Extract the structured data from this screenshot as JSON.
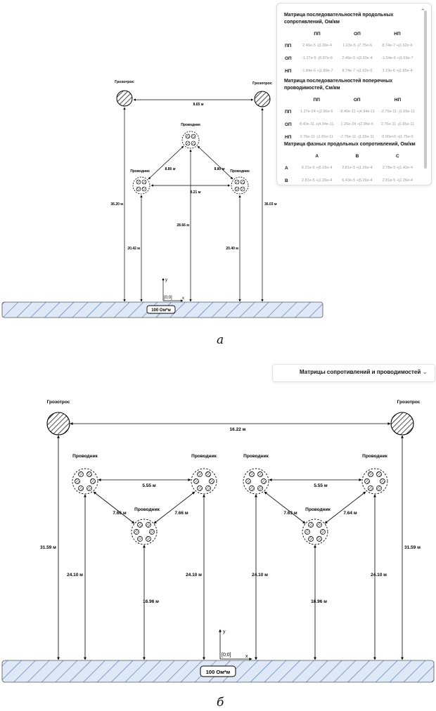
{
  "panel": {
    "sections": [
      {
        "title": "Матрица последовательностей продольных сопротивлений, Ом/км",
        "columns": [
          "ПП",
          "ОП",
          "НП"
        ],
        "rows": [
          {
            "label": "ПП",
            "values": [
              "2.46e-5 -j3.30e-4",
              "1.23e-5 -j7.75e-6",
              "8.74e-7 +j1.62e-6"
            ]
          },
          {
            "label": "ОП",
            "values": [
              "-1.27e-5 -j6.87e-6",
              "2.46e-5 +j3.30e-4",
              "-1.54e-6 +j1.69e-7"
            ]
          },
          {
            "label": "НП",
            "values": [
              "-1.84e-6 +j1.89e-7",
              "8.74e-7 +j1.62e-6",
              "3.19e-6 +j1.85e-4"
            ]
          }
        ]
      },
      {
        "title": "Матрица последовательностей поперечных проводимостей, См/км",
        "columns": [
          "ПП",
          "ОП",
          "НП"
        ],
        "rows": [
          {
            "label": "ПП",
            "values": [
              "1.27e-24 +j2.96e-6",
              "-8.40e-11 +j4.94e-11",
              "-2.76e-11 -j1.65e-11"
            ]
          },
          {
            "label": "ОП",
            "values": [
              "8.40e-11 +j4.94e-11",
              "1.26e-24 +j2.96e-6",
              "2.76e-11 -j1.65e-11"
            ]
          },
          {
            "label": "НП",
            "values": [
              "2.76e-11 -j1.65e-11",
              "-2.76e-11 -j1.65e-11",
              "0.00e+0 +j1.75e-6"
            ]
          }
        ]
      },
      {
        "title": "Матрица фазных продольных сопротивлений, Ом/км",
        "columns": [
          "A",
          "B",
          "C"
        ],
        "rows": [
          {
            "label": "A",
            "values": [
              "6.21e-5 +j5.18e-4",
              "2.81e-5 +j1.26e-4",
              "2.78e-5 +j1.42e-4"
            ]
          },
          {
            "label": "B",
            "values": [
              "2.81e-5 +j1.26e-4",
              "6.43e-5 +j5.26e-4",
              "2.81e-5 +j1.26e-4"
            ]
          }
        ]
      }
    ]
  },
  "dropdown": {
    "label": "Матрицы сопротивлений и проводимостей"
  },
  "diagram_a": {
    "caption": "а",
    "ground_resistivity": "100 Ом*м",
    "origin": "[0;0]",
    "axis_x": "x",
    "axis_y": "y",
    "labels": {
      "gw_left": "Грозотрос",
      "gw_right": "Грозотрос",
      "cond_top": "Проводник",
      "cond_left": "Проводник",
      "cond_right": "Проводник"
    },
    "dims": {
      "gw_span": "8.65 м",
      "diag_left": "8.80 м",
      "diag_right": "8.80 м",
      "horiz": "8.21 м",
      "h_gw_left": "36.20 м",
      "h_gw_right": "36.03 м",
      "h_left": "20.42 м",
      "h_top": "28.66 м",
      "h_right": "20.40 м"
    }
  },
  "diagram_b": {
    "caption": "б",
    "ground_resistivity": "100 Ом*м",
    "origin": "[0;0]",
    "axis_x": "x",
    "axis_y": "y",
    "labels": {
      "gw_left": "Грозотрос",
      "gw_right": "Грозотрос",
      "c1_tl": "Проводник",
      "c1_tr": "Проводник",
      "c1_bot": "Проводник",
      "c2_tl": "Проводник",
      "c2_tr": "Проводник",
      "c2_bot": "Проводник"
    },
    "dims": {
      "gw_span": "16.22 м",
      "c1_top": "5.55 м",
      "c1_dl": "7.66 м",
      "c1_dr": "7.66 м",
      "c2_top": "5.55 м",
      "c2_dl": "7.63 м",
      "c2_dr": "7.64 м",
      "h_gw_left": "31.59 м",
      "h_gw_right": "31.59 м",
      "h_c1_l": "24.10 м",
      "h_c1_r": "24.10 м",
      "h_c1_b": "16.96 м",
      "h_c2_l": "24.10 м",
      "h_c2_r": "24.10 м",
      "h_c2_b": "16.96 м"
    }
  }
}
